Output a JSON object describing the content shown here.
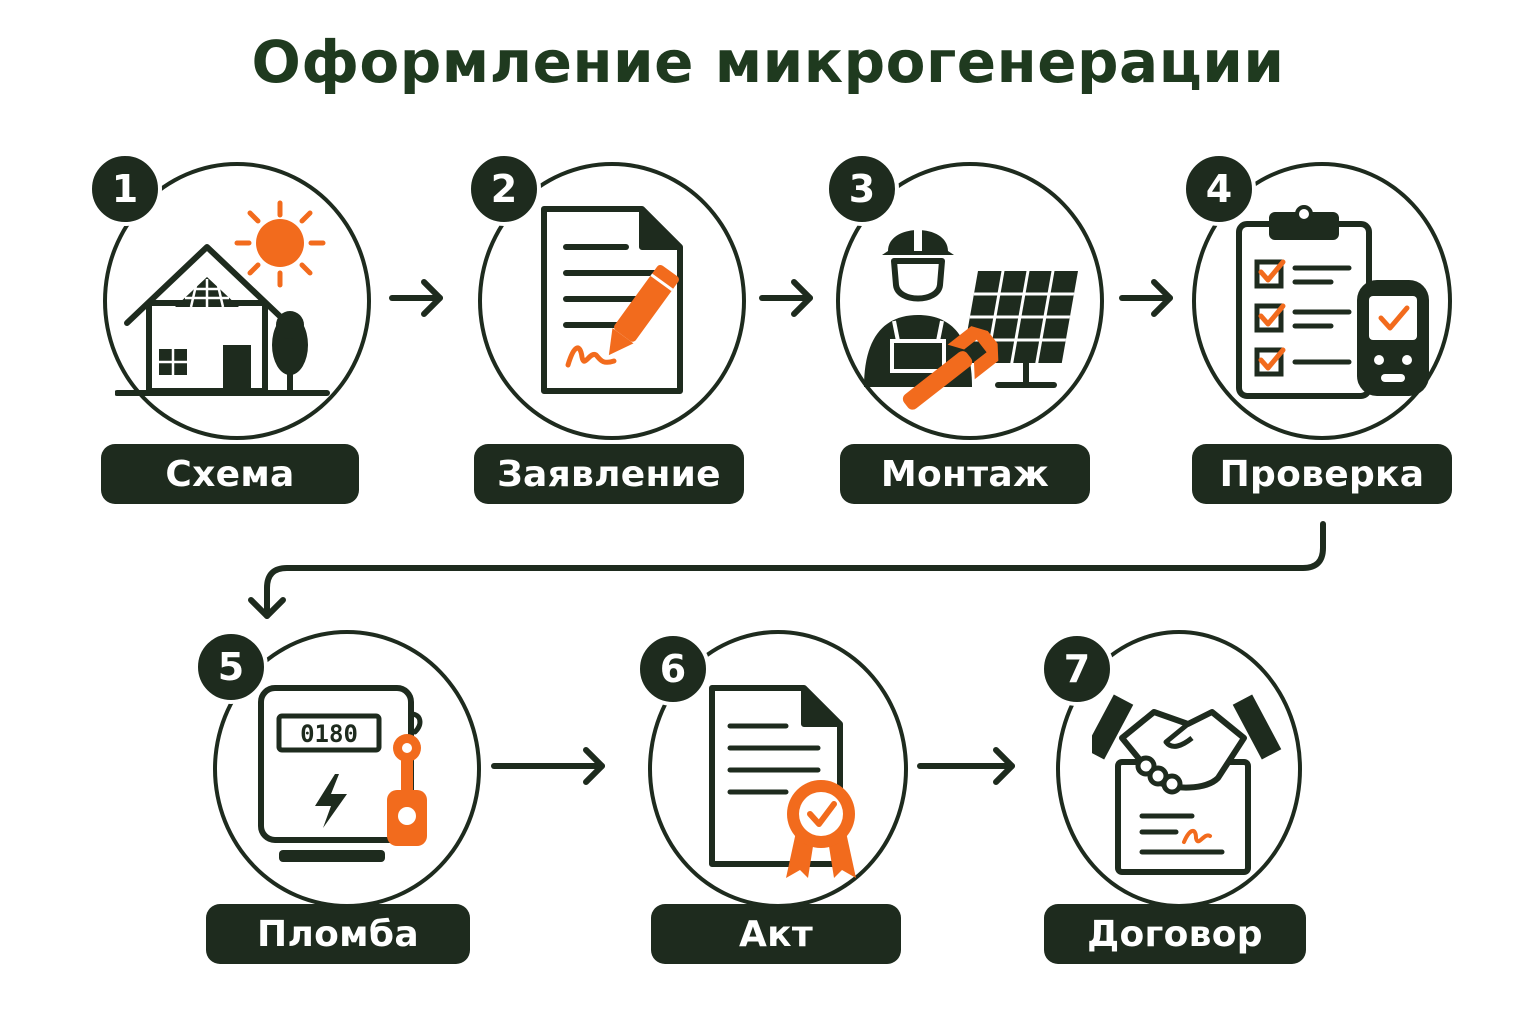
{
  "title": "Оформление микрогенерации",
  "colors": {
    "dark": "#1e2b1e",
    "title": "#1f3a1f",
    "accent": "#f26b1d"
  },
  "steps": [
    {
      "number": "1",
      "label": "Схема",
      "icon": "house-solar-icon"
    },
    {
      "number": "2",
      "label": "Заявление",
      "icon": "document-signature-icon"
    },
    {
      "number": "3",
      "label": "Монтаж",
      "icon": "installer-solar-panel-icon"
    },
    {
      "number": "4",
      "label": "Проверка",
      "icon": "checklist-tester-icon"
    },
    {
      "number": "5",
      "label": "Пломба",
      "icon": "meter-seal-icon"
    },
    {
      "number": "6",
      "label": "Акт",
      "icon": "certificate-document-icon"
    },
    {
      "number": "7",
      "label": "Договор",
      "icon": "handshake-contract-icon"
    }
  ],
  "meter_reading": "0180"
}
